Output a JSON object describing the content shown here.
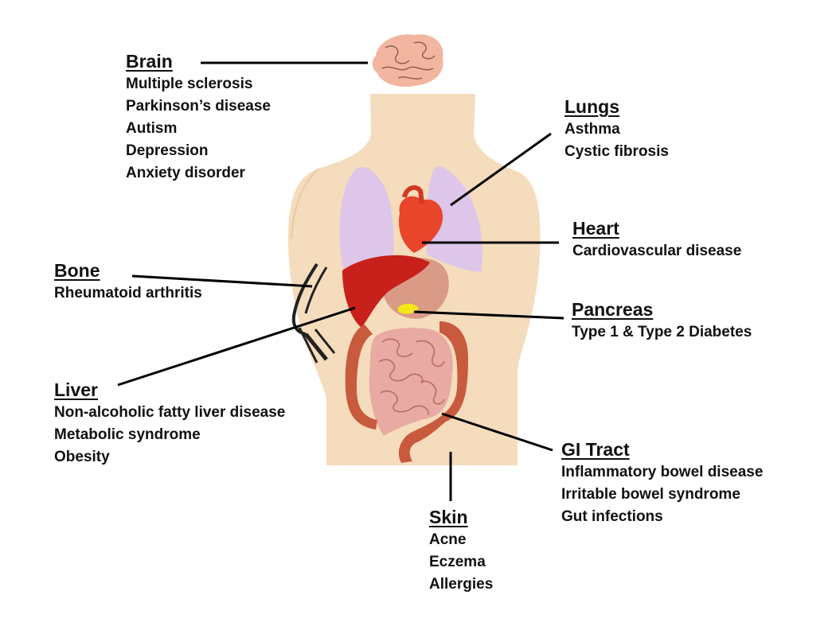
{
  "organs": [
    {
      "id": "brain",
      "title": "Brain",
      "conditions": [
        "Multiple sclerosis",
        "Parkinson’s disease",
        "Autism",
        "Depression",
        "Anxiety disorder"
      ]
    },
    {
      "id": "lungs",
      "title": "Lungs",
      "conditions": [
        "Asthma",
        "Cystic fibrosis"
      ]
    },
    {
      "id": "heart",
      "title": "Heart",
      "conditions": [
        "Cardiovascular disease"
      ]
    },
    {
      "id": "bone",
      "title": "Bone",
      "conditions": [
        "Rheumatoid arthritis"
      ]
    },
    {
      "id": "pancreas",
      "title": "Pancreas",
      "conditions": [
        "Type 1 & Type 2 Diabetes"
      ]
    },
    {
      "id": "liver",
      "title": "Liver",
      "conditions": [
        "Non-alcoholic fatty liver disease",
        "Metabolic syndrome",
        "Obesity"
      ]
    },
    {
      "id": "gi-tract",
      "title": "GI Tract",
      "conditions": [
        "Inflammatory bowel disease",
        "Irritable bowel syndrome",
        "Gut infections"
      ]
    },
    {
      "id": "skin",
      "title": "Skin",
      "conditions": [
        "Acne",
        "Eczema",
        "Allergies"
      ]
    }
  ],
  "colors": {
    "skin": "#f5dcbc",
    "lungs": "#ddc6ea",
    "heart": "#e8452a",
    "liver": "#c8201a",
    "stomach": "#d99a86",
    "pancreas": "#f4e61a",
    "colon": "#c85a3e",
    "intestine": "#e8aaa2",
    "brain": "#f2b59f",
    "leader_line": "#000000"
  }
}
